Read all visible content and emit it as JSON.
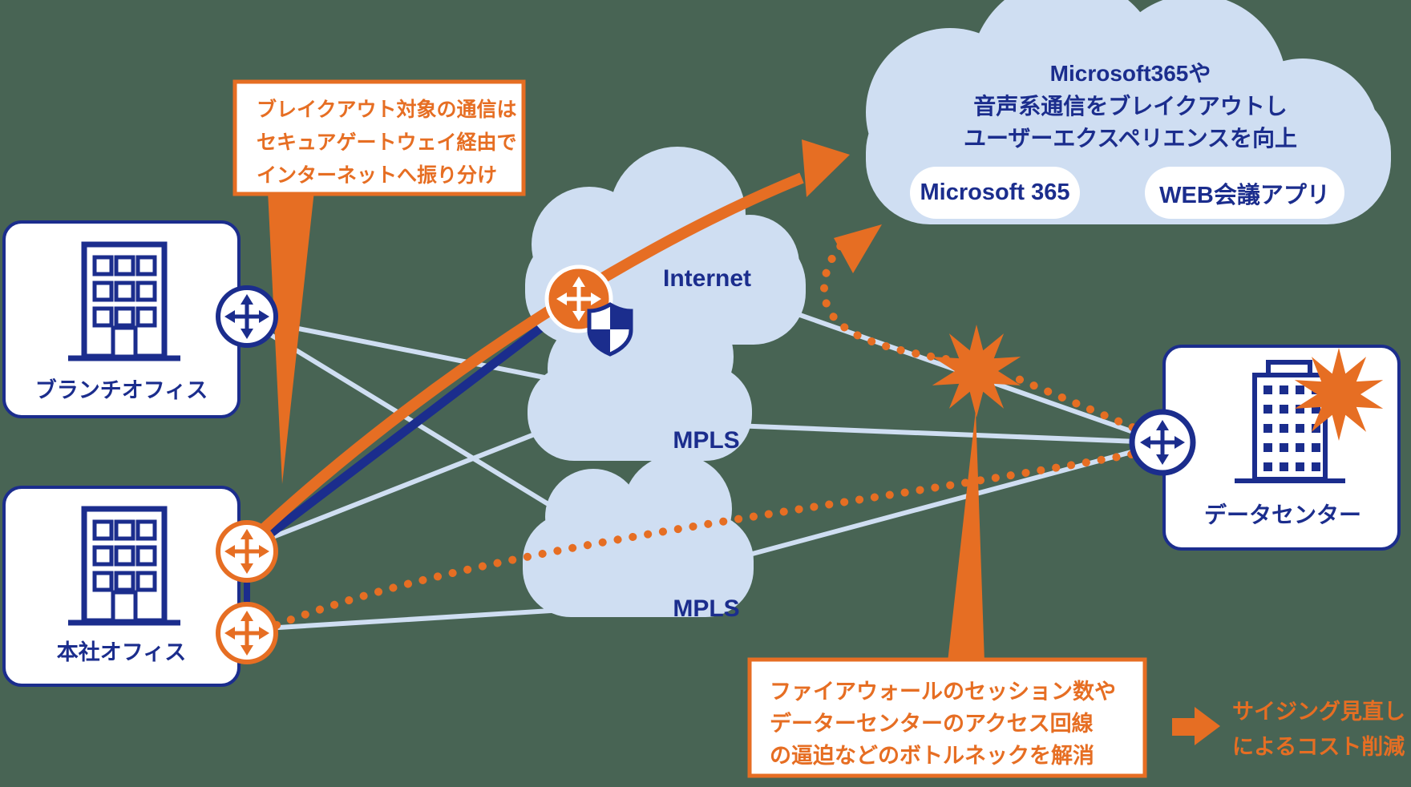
{
  "colors": {
    "orange": "#e66e23",
    "navy": "#1b2d8d",
    "cloud_blue": "#cfdef2",
    "background": "#486454"
  },
  "nodes": {
    "branch_office": {
      "label": "ブランチオフィス"
    },
    "head_office": {
      "label": "本社オフィス"
    },
    "data_center": {
      "label": "データセンター"
    }
  },
  "clouds": {
    "internet": {
      "label": "Internet"
    },
    "mpls_upper": {
      "label": "MPLS"
    },
    "mpls_lower": {
      "label": "MPLS"
    },
    "breakout": {
      "text": "Microsoft365や\n音声系通信をブレイクアウトし\nユーザーエクスペリエンスを向上",
      "pills": {
        "microsoft365": "Microsoft 365",
        "web_meeting": "WEB会議アプリ"
      }
    }
  },
  "callouts": {
    "breakout_note": "ブレイクアウト対象の通信は\nセキュアゲートウェイ経由で\nインターネットへ振り分け",
    "bottleneck_note": "ファイアウォールのセッション数や\nデーターセンターのアクセス回線\nの逼迫などのボトルネックを解消",
    "sizing_note": "サイジング見直し\nによるコスト削減"
  }
}
